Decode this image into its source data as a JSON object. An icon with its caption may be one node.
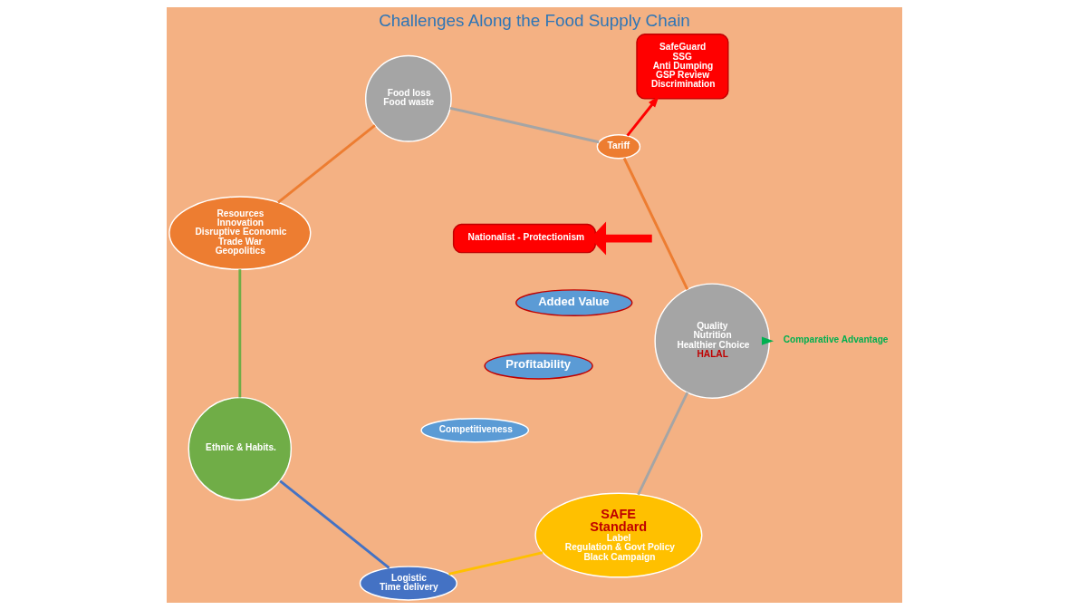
{
  "diagram": {
    "title": "Challenges Along the Food Supply Chain",
    "nodes": [
      {
        "text": [
          "Tariff"
        ]
      },
      {
        "text": [
          "Quality",
          "Nutrition",
          "Healthier Choice",
          "HALAL"
        ]
      },
      {
        "text": [
          "SafeGuard",
          "SSG",
          "Anti Dumping",
          "GSP Review",
          "Discrimination"
        ]
      },
      {
        "text": [
          "Comparative Advantage"
        ]
      },
      {
        "text": [
          "SAFE",
          "Standard",
          "Label",
          "Regulation & Govt Policy",
          "Black Campaign"
        ]
      },
      {
        "text": [
          "Logistic",
          "Time delivery"
        ]
      },
      {
        "text": [
          "Ethnic & Habits."
        ]
      },
      {
        "text": [
          "Resources",
          "Innovation",
          "Disruptive Economic",
          "Trade War",
          "Geopolitics"
        ]
      },
      {
        "text": [
          "Food loss",
          "Food waste"
        ]
      },
      {
        "text": [
          "Profitability"
        ]
      },
      {
        "text": [
          "Competitiveness"
        ]
      },
      {
        "text": [
          "Added Value"
        ]
      },
      {
        "text": [
          "Nationalist - Protectionism"
        ]
      }
    ],
    "edges": [
      {
        "from": 0,
        "to": 2,
        "arrow": "to",
        "color": "#ff0000"
      },
      {
        "from": 1,
        "to": 3,
        "arrow": "to",
        "color": "#00b050"
      },
      {
        "from": null,
        "to": 12,
        "arrow": "to",
        "style": "thick",
        "color": "#ff0000"
      },
      {
        "from": 0,
        "to": 1,
        "arrow": "none",
        "color": "#ed7d31"
      },
      {
        "from": 1,
        "to": 4,
        "arrow": "none",
        "color": "#a5a5a5"
      },
      {
        "from": 4,
        "to": 5,
        "arrow": "none",
        "color": "#ffc000"
      },
      {
        "from": 5,
        "to": 6,
        "arrow": "none",
        "color": "#4472c4"
      },
      {
        "from": 6,
        "to": 7,
        "arrow": "none",
        "color": "#70ad47"
      },
      {
        "from": 7,
        "to": 8,
        "arrow": "none",
        "color": "#ed7d31"
      },
      {
        "from": 8,
        "to": 0,
        "arrow": "none",
        "color": "#a5a5a5"
      }
    ]
  }
}
